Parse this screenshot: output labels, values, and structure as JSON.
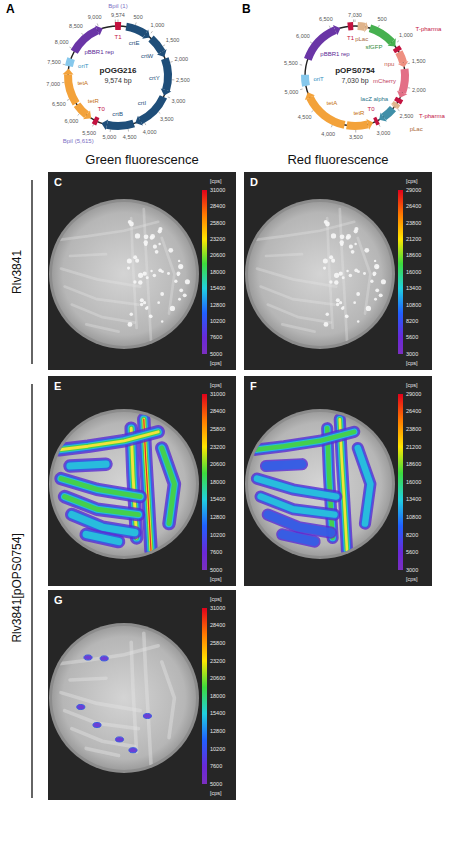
{
  "diagram": {
    "labels": [
      "A",
      "BpiI (1)",
      "9,574",
      "T1",
      "500",
      "crtE",
      "1,000",
      "crtW",
      "1,500",
      "2,000",
      "crtY",
      "2,500",
      "3,000",
      "3,500",
      "crtI",
      "4,000",
      "4,500",
      "crtB",
      "5,000",
      "BpiI (5,615)",
      "T0",
      "tetR",
      "5,500",
      "6,000",
      "tetA",
      "6,500",
      "7,000",
      "7,500",
      "oriT",
      "pBBR1 rep",
      "8,000",
      "8,500",
      "9,000",
      "pOGG216",
      "9,574 bp",
      "B",
      "7,030",
      "T1",
      "pLac",
      "sfGFP",
      "500",
      "1,000",
      "T-pharma",
      "npu",
      "1,500",
      "mCherry",
      "2,000",
      "T-pharma",
      "pLac",
      "lacZ alpha",
      "T0",
      "2,500",
      "3,000",
      "tetR",
      "3,500",
      "tetA",
      "4,000",
      "4,500",
      "oriT",
      "5,000",
      "5,500",
      "6,000",
      "pBBR1 rep",
      "6,500",
      "pOPS0754",
      "7,030 bp",
      "Green fluorescence",
      "Red fluorescence",
      "Rlv3841",
      "C",
      "[cps]",
      "31000",
      "28400",
      "25800",
      "23200",
      "20600",
      "18000",
      "15400",
      "12800",
      "10200",
      "7600",
      "5000",
      "[cps]",
      "D",
      "[cps]",
      "29000",
      "26400",
      "23800",
      "21200",
      "18600",
      "16000",
      "13400",
      "10800",
      "8200",
      "5600",
      "3000",
      "[cps]",
      "Rlv3841[pOPS0754]",
      "E",
      "[cps]",
      "31000",
      "28400",
      "25800",
      "23200",
      "20600",
      "18000",
      "15400",
      "12800",
      "10200",
      "7600",
      "5000",
      "[cps]",
      "F",
      "[cps]",
      "29000",
      "26400",
      "23800",
      "21200",
      "18600",
      "16000",
      "13400",
      "10800",
      "8200",
      "5600",
      "3000",
      "[cps]",
      "G",
      "[cps]",
      "31000",
      "28400",
      "25800",
      "23200",
      "20600",
      "18000",
      "15400",
      "12800",
      "10200",
      "7600",
      "5000",
      "[cps]"
    ]
  }
}
